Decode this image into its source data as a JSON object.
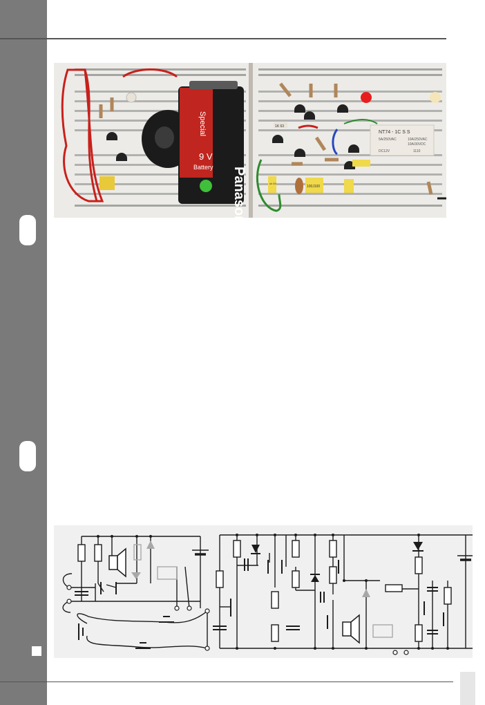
{
  "photo": {
    "battery_brand": "Panasonic",
    "battery_series": "Special",
    "battery_voltage": "9 V",
    "battery_label": "Battery",
    "relay_model": "NT74 - 1C S S",
    "relay_rating_ac1": "5A/250VAC",
    "relay_rating_ac2": "10A/250VAC",
    "relay_rating_dc": "10A/30VDC",
    "relay_coil": "DC12V",
    "relay_code": "1110",
    "cap_label_1": "100J100",
    "cap_label_2": "1K 63",
    "cap_label_3": "uk 63"
  },
  "colors": {
    "sidebar": "#7a7a7a",
    "battery_red": "#c0261f",
    "battery_black": "#1b1b1b",
    "wire_red": "#c8201c",
    "wire_green": "#2e8b2e",
    "led_red": "#e81e1e"
  },
  "footer": {
    "page_number": ""
  }
}
